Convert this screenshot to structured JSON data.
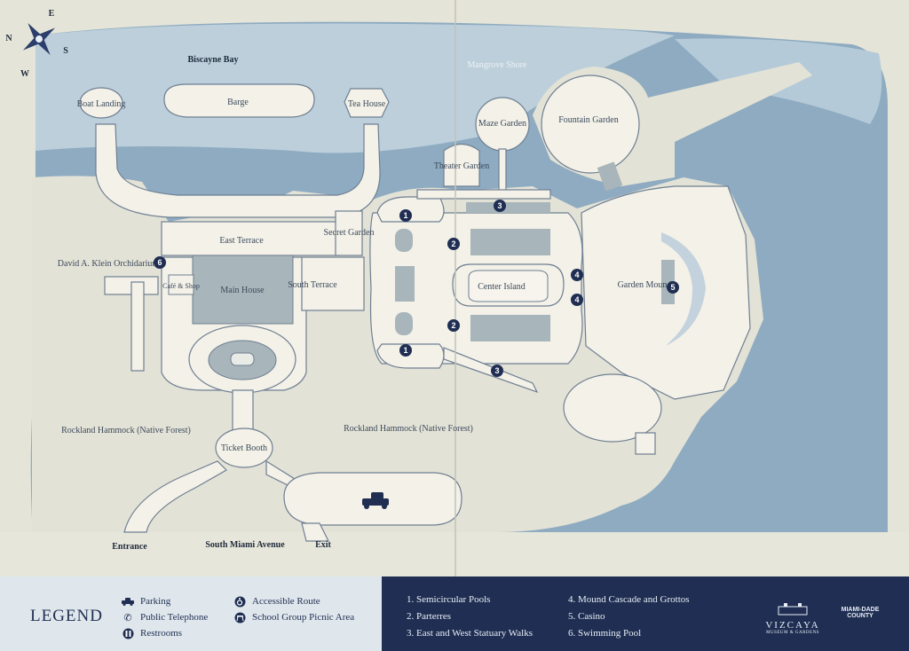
{
  "map": {
    "compass": {
      "n": "N",
      "s": "S",
      "w": "W",
      "e": "E"
    },
    "water": {
      "bay": "Biscayne Bay",
      "shore": "Mangrove Shore"
    },
    "places": {
      "boat_landing": "Boat Landing",
      "barge": "Barge",
      "tea_house": "Tea House",
      "maze_garden": "Maze Garden",
      "fountain_garden": "Fountain Garden",
      "theater_garden": "Theater Garden",
      "secret_garden": "Secret Garden",
      "east_terrace": "East Terrace",
      "orchidarium": "David A. Klein Orchidarium",
      "cafe": "Café & Shop",
      "main_house": "Main House",
      "south_terrace": "South Terrace",
      "center_island": "Center Island",
      "garden_mound": "Garden Mound",
      "hammock_west": "Rockland Hammock (Native Forest)",
      "hammock_east": "Rockland Hammock (Native Forest)",
      "ticket_booth": "Ticket Booth",
      "entrance": "Entrance",
      "avenue": "South Miami Avenue",
      "exit": "Exit"
    },
    "markers": [
      "1",
      "1",
      "2",
      "2",
      "3",
      "3",
      "4",
      "4",
      "5",
      "6"
    ]
  },
  "legend": {
    "title": "LEGEND",
    "items": [
      {
        "icon": "car-icon",
        "label": "Parking"
      },
      {
        "icon": "telephone-icon",
        "label": "Public Telephone"
      },
      {
        "icon": "restroom-icon",
        "label": "Restrooms"
      },
      {
        "icon": "wheelchair-icon",
        "label": "Accessible Route"
      },
      {
        "icon": "picnic-icon",
        "label": "School Group Picnic Area"
      }
    ],
    "key": [
      "1. Semicircular Pools",
      "2. Parterres",
      "3. East and West Statuary Walks",
      "4. Mound Cascade and Grottos",
      "5. Casino",
      "6. Swimming Pool"
    ],
    "logos": {
      "vizcaya_name": "VIZCAYA",
      "vizcaya_sub": "MUSEUM & GARDENS",
      "county_top": "MIAMI-DADE",
      "county_bottom": "COUNTY"
    }
  },
  "colors": {
    "water": "#8ba9c0",
    "land": "#e3e2d6",
    "paths": "#f3f1e8",
    "building": "#a9b6bb",
    "marker": "#1f2e52",
    "legend_dark": "#1f2e52"
  }
}
